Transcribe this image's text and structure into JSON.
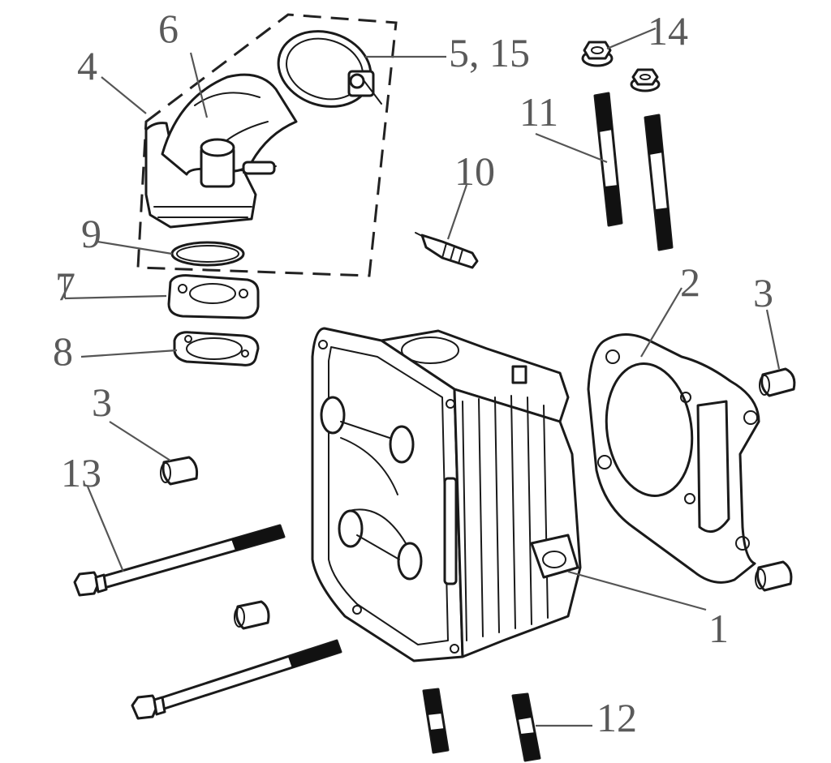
{
  "diagram": {
    "callouts": {
      "c1": "1",
      "c2": "2",
      "c3a": "3",
      "c3b": "3",
      "c4": "4",
      "c5": "5, 15",
      "c6": "6",
      "c7": "7",
      "c8": "8",
      "c9": "9",
      "c10": "10",
      "c11": "11",
      "c12": "12",
      "c13": "13",
      "c14": "14"
    }
  }
}
